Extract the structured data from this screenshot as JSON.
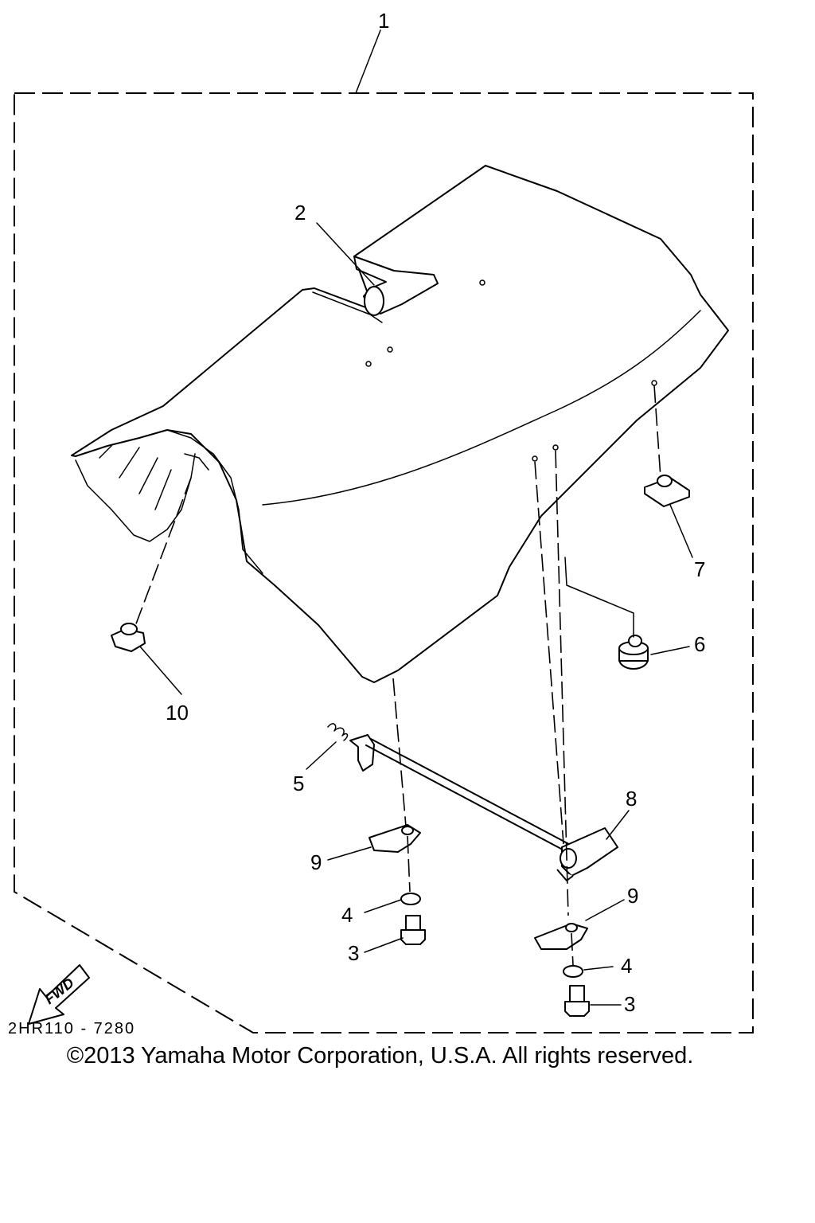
{
  "diagram": {
    "code": "2HR110 - 7280",
    "fwd_label": "FWD",
    "callouts": [
      {
        "id": "c1",
        "label": "1"
      },
      {
        "id": "c2",
        "label": "2"
      },
      {
        "id": "c3a",
        "label": "3"
      },
      {
        "id": "c3b",
        "label": "3"
      },
      {
        "id": "c4a",
        "label": "4"
      },
      {
        "id": "c4b",
        "label": "4"
      },
      {
        "id": "c5",
        "label": "5"
      },
      {
        "id": "c6",
        "label": "6"
      },
      {
        "id": "c7",
        "label": "7"
      },
      {
        "id": "c8",
        "label": "8"
      },
      {
        "id": "c9a",
        "label": "9"
      },
      {
        "id": "c9b",
        "label": "9"
      },
      {
        "id": "c10",
        "label": "10"
      }
    ]
  },
  "footer": {
    "copyright": "©2013 Yamaha Motor Corporation, U.S.A. All rights reserved."
  }
}
